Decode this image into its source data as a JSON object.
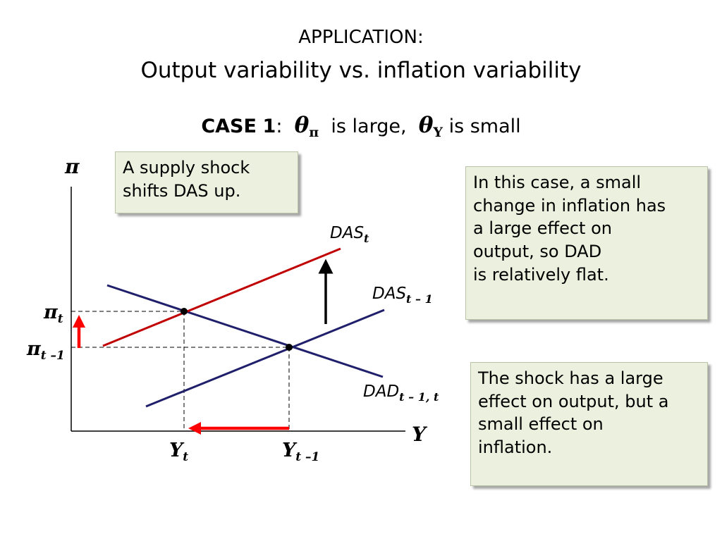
{
  "title": {
    "line1": "APPLICATION:",
    "line2": "Output variability vs. inflation variability"
  },
  "case": {
    "label": "CASE",
    "number": "1",
    "colon": ":",
    "theta_symbol": "θ",
    "theta_pi_sub": "π",
    "text1": "is large,",
    "theta_y_sub": "Y",
    "text2": "is small"
  },
  "boxes": {
    "supply_shock": [
      "A supply shock",
      "shifts DAS up."
    ],
    "small_change": [
      "In this case, a small",
      "change in inflation has",
      "a large effect on",
      "output, so DAD",
      "is relatively flat."
    ],
    "shock_effect": [
      "The shock has a large",
      "effect on output, but a",
      "small effect on",
      "inflation."
    ]
  },
  "axes": {
    "y_symbol": "π",
    "x_symbol": "Y"
  },
  "labels": {
    "pi_t": {
      "main": "π",
      "sub": "t"
    },
    "pi_t1": {
      "main": "π",
      "sub": "t –1"
    },
    "y_t": {
      "main": "Y",
      "sub": "t"
    },
    "y_t1": {
      "main": "Y",
      "sub": "t –1"
    },
    "das_t": {
      "main": "DAS",
      "sub": "t"
    },
    "das_t1": {
      "main": "DAS",
      "sub": "t – 1"
    },
    "dad": {
      "main": "DAD",
      "sub": "t – 1, t"
    }
  },
  "colors": {
    "das_t": "#c00000",
    "das_t1": "#1f1f6b",
    "dad": "#1f1f6b",
    "arrow_red": "#ff0000",
    "box_fill": "#ebf1de"
  }
}
